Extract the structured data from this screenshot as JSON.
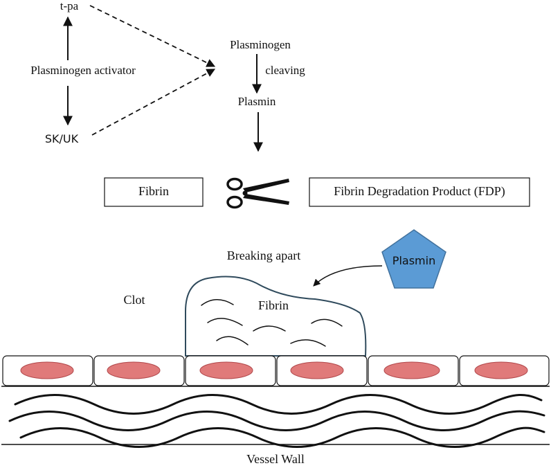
{
  "pathway": {
    "tpa": "t-pa",
    "activator": "Plasminogen activator",
    "skuk": "SK/UK",
    "plasminogen": "Plasminogen",
    "cleaving": "cleaving",
    "plasmin": "Plasmin"
  },
  "reaction": {
    "substrate": "Fibrin",
    "product": "Fibrin Degradation Product (FDP)",
    "tool_icon": "scissors-icon"
  },
  "clot_scene": {
    "breaking_label": "Breaking apart",
    "clot_label": "Clot",
    "fibrin_label": "Fibrin",
    "enzyme_label": "Plasmin",
    "vessel_label": "Vessel Wall"
  },
  "colors": {
    "enzyme_fill": "#5b9bd5",
    "enzyme_stroke": "#41719c",
    "nucleus_fill": "#e07a7a",
    "nucleus_stroke": "#b0474a",
    "clot_outline": "#2f4a5c",
    "line": "#111111"
  }
}
